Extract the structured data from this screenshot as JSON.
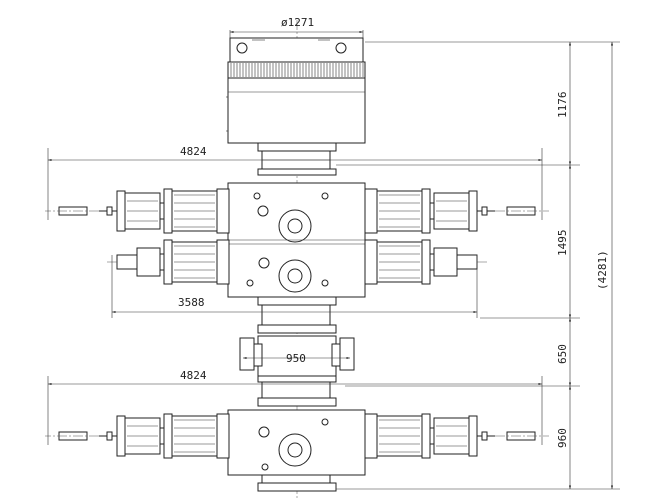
{
  "dimensions": {
    "top_diameter": "ø1271",
    "upper_width": "4824",
    "middle_width": "3588",
    "spool_width": "950",
    "lower_width": "4824",
    "annular_height": "1176",
    "double_ram_height": "1495",
    "spool_height": "650",
    "single_ram_height": "960",
    "total_height": "(4281)"
  }
}
